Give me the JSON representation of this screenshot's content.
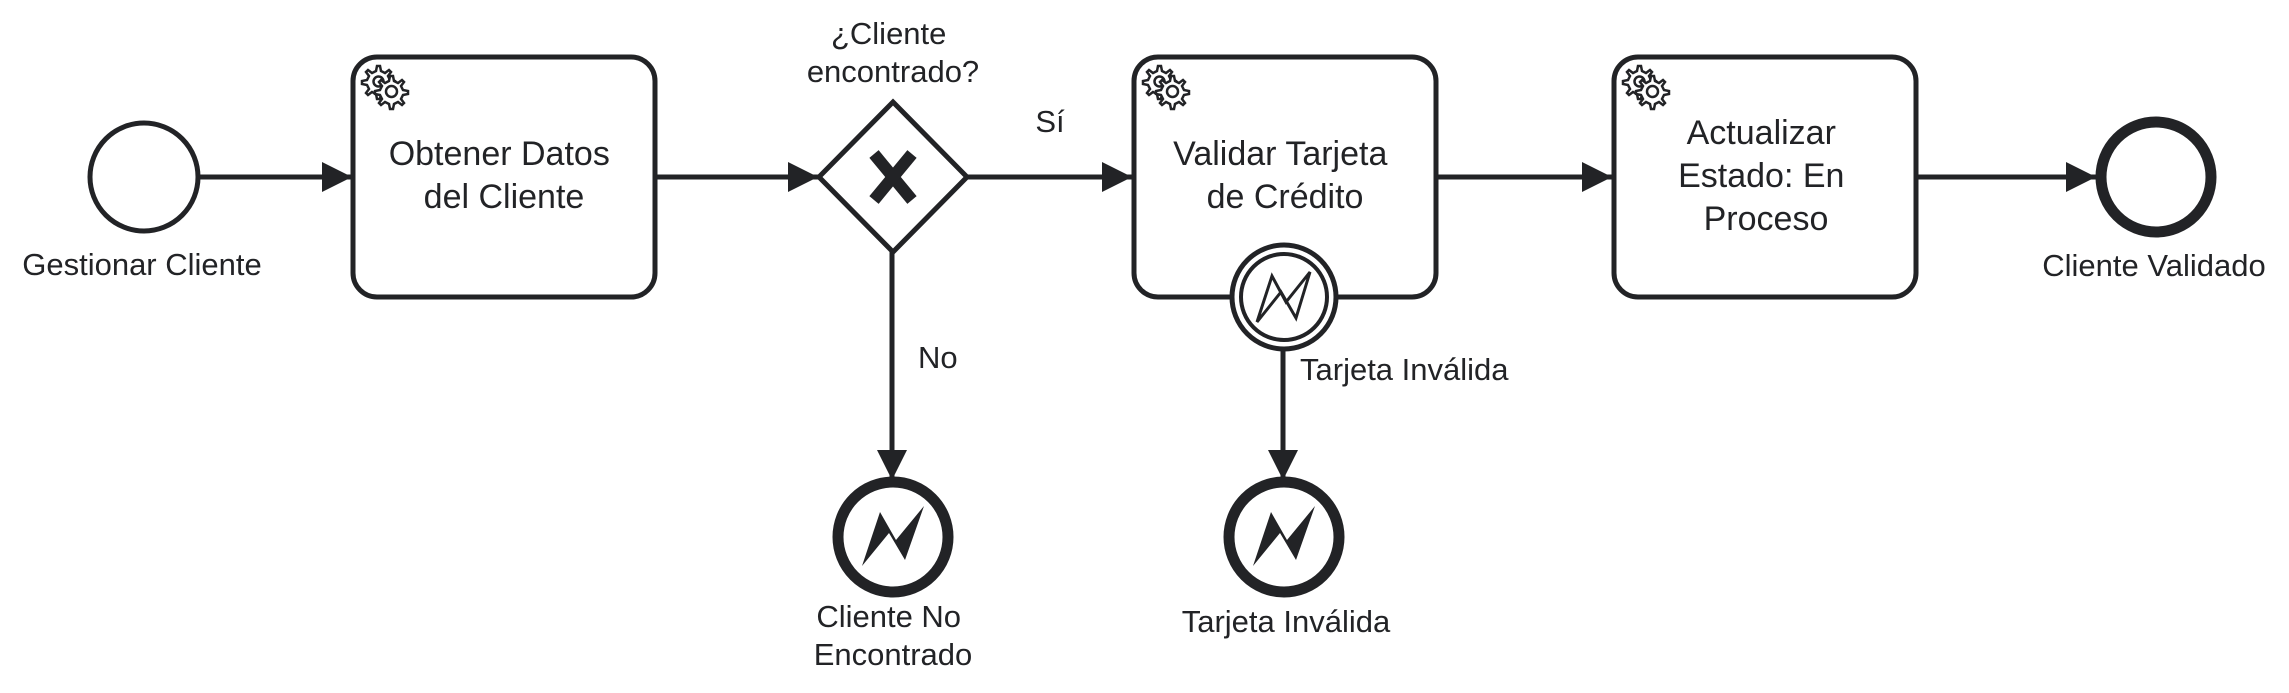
{
  "diagram": {
    "start_event": {
      "label": "Gestionar Cliente"
    },
    "task_obtener": {
      "lines": [
        "Obtener Datos",
        "del Cliente"
      ],
      "icon": "gear-icon"
    },
    "gateway": {
      "lines": [
        "¿Cliente",
        "encontrado?"
      ],
      "marker": "X"
    },
    "flow_yes": {
      "label": "Sí"
    },
    "flow_no": {
      "label": "No"
    },
    "end_no_encontrado": {
      "lines": [
        "Cliente No",
        "Encontrado"
      ],
      "icon": "lightning-icon"
    },
    "task_validar": {
      "lines": [
        "Validar Tarjeta",
        "de Crédito"
      ],
      "icon": "gear-icon"
    },
    "boundary_error": {
      "label": "Tarjeta Inválida",
      "icon": "lightning-icon"
    },
    "end_tarjeta_invalida": {
      "label": "Tarjeta Inválida",
      "icon": "lightning-icon"
    },
    "task_actualizar": {
      "lines": [
        "Actualizar",
        "Estado: En",
        "Proceso"
      ],
      "icon": "gear-icon"
    },
    "end_event": {
      "label": "Cliente Validado"
    }
  },
  "colors": {
    "stroke": "#222326",
    "fill": "#ffffff"
  }
}
